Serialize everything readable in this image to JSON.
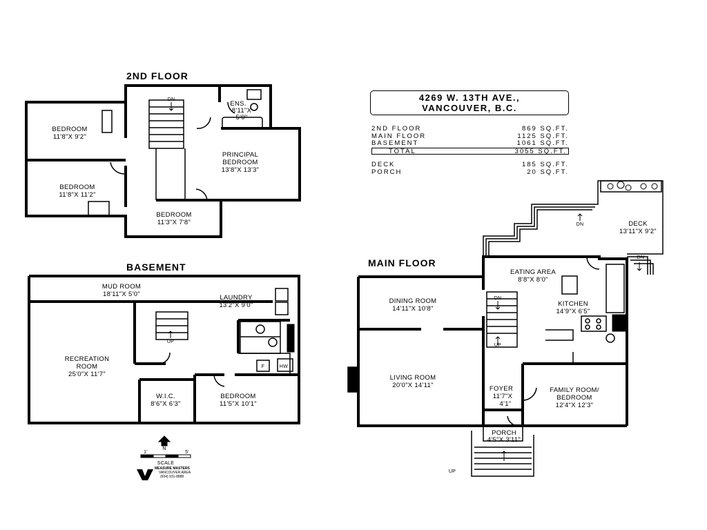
{
  "address": {
    "line1": "4269 W. 13TH AVE.,",
    "line2": "VANCOUVER, B.C."
  },
  "areas": [
    {
      "label": "2ND FLOOR",
      "value": "869 SQ.FT."
    },
    {
      "label": "MAIN FLOOR",
      "value": "1125 SQ.FT."
    },
    {
      "label": "BASEMENT",
      "value": "1061 SQ.FT."
    },
    {
      "label": "TOTAL",
      "value": "3055 SQ.FT."
    }
  ],
  "outdoor": [
    {
      "label": "DECK",
      "value": "185 SQ.FT."
    },
    {
      "label": "PORCH",
      "value": "20 SQ.FT."
    }
  ],
  "floors": {
    "second": "2ND FLOOR",
    "basement": "BASEMENT",
    "main": "MAIN FLOOR"
  },
  "rooms": {
    "bed1": {
      "name": "BEDROOM",
      "dim": "11'8\"X 9'2\""
    },
    "bed2": {
      "name": "BEDROOM",
      "dim": "11'8\"X 11'2\""
    },
    "bed3": {
      "name": "BEDROOM",
      "dim": "11'3\"X 7'8\""
    },
    "principal": {
      "name1": "PRINCIPAL",
      "name2": "BEDROOM",
      "dim": "13'8\"X 13'3\""
    },
    "ens": {
      "name": "ENS.",
      "dim1": "8'11\"X",
      "dim2": "5'0\""
    },
    "mud": {
      "name": "MUD ROOM",
      "dim": "18'11\"X 5'0\""
    },
    "laundry": {
      "name": "LAUNDRY",
      "dim": "13'2\"X 9'0\""
    },
    "rec": {
      "name1": "RECREATION",
      "name2": "ROOM",
      "dim": "25'0\"X 11'7\""
    },
    "wic": {
      "name": "W.I.C.",
      "dim": "8'6\"X 6'3\""
    },
    "bbed": {
      "name": "BEDROOM",
      "dim": "11'5\"X 10'1\""
    },
    "dining": {
      "name": "DINING ROOM",
      "dim": "14'11\"X 10'8\""
    },
    "living": {
      "name": "LIVING ROOM",
      "dim": "20'0\"X 14'11\""
    },
    "eating": {
      "name": "EATING AREA",
      "dim": "8'8\"X 8'0\""
    },
    "kitchen": {
      "name": "KITCHEN",
      "dim": "14'9\"X 6'5\""
    },
    "deck": {
      "name": "DECK",
      "dim": "13'11\"X 9'2\""
    },
    "foyer": {
      "name": "FOYER",
      "dim1": "11'7\"X",
      "dim2": "4'1\""
    },
    "family": {
      "name1": "FAMILY ROOM/",
      "name2": "BEDROOM",
      "dim": "12'4\"X 12'3\""
    },
    "porch": {
      "name": "PORCH",
      "dim": "4'5\"X 3'11\""
    }
  },
  "labels": {
    "dn": "DN",
    "up": "UP",
    "hw": "HW",
    "f": "F",
    "north": "N",
    "scale": "SCALE",
    "s1": "1'",
    "s2": "5'"
  },
  "logo": {
    "brand": "MEASURE MASTERS",
    "sub": "VANCOUVER AREA",
    "phone": "(604) 931-8888"
  }
}
